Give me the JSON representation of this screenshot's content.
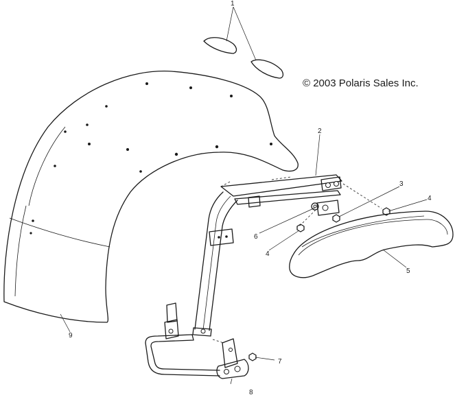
{
  "copyright": "© 2003 Polaris Sales Inc.",
  "callouts": [
    "1",
    "2",
    "3",
    "4",
    "4",
    "5",
    "6",
    "7",
    "8",
    "9"
  ],
  "colors": {
    "ink": "#1a1a1a",
    "background": "#ffffff"
  }
}
